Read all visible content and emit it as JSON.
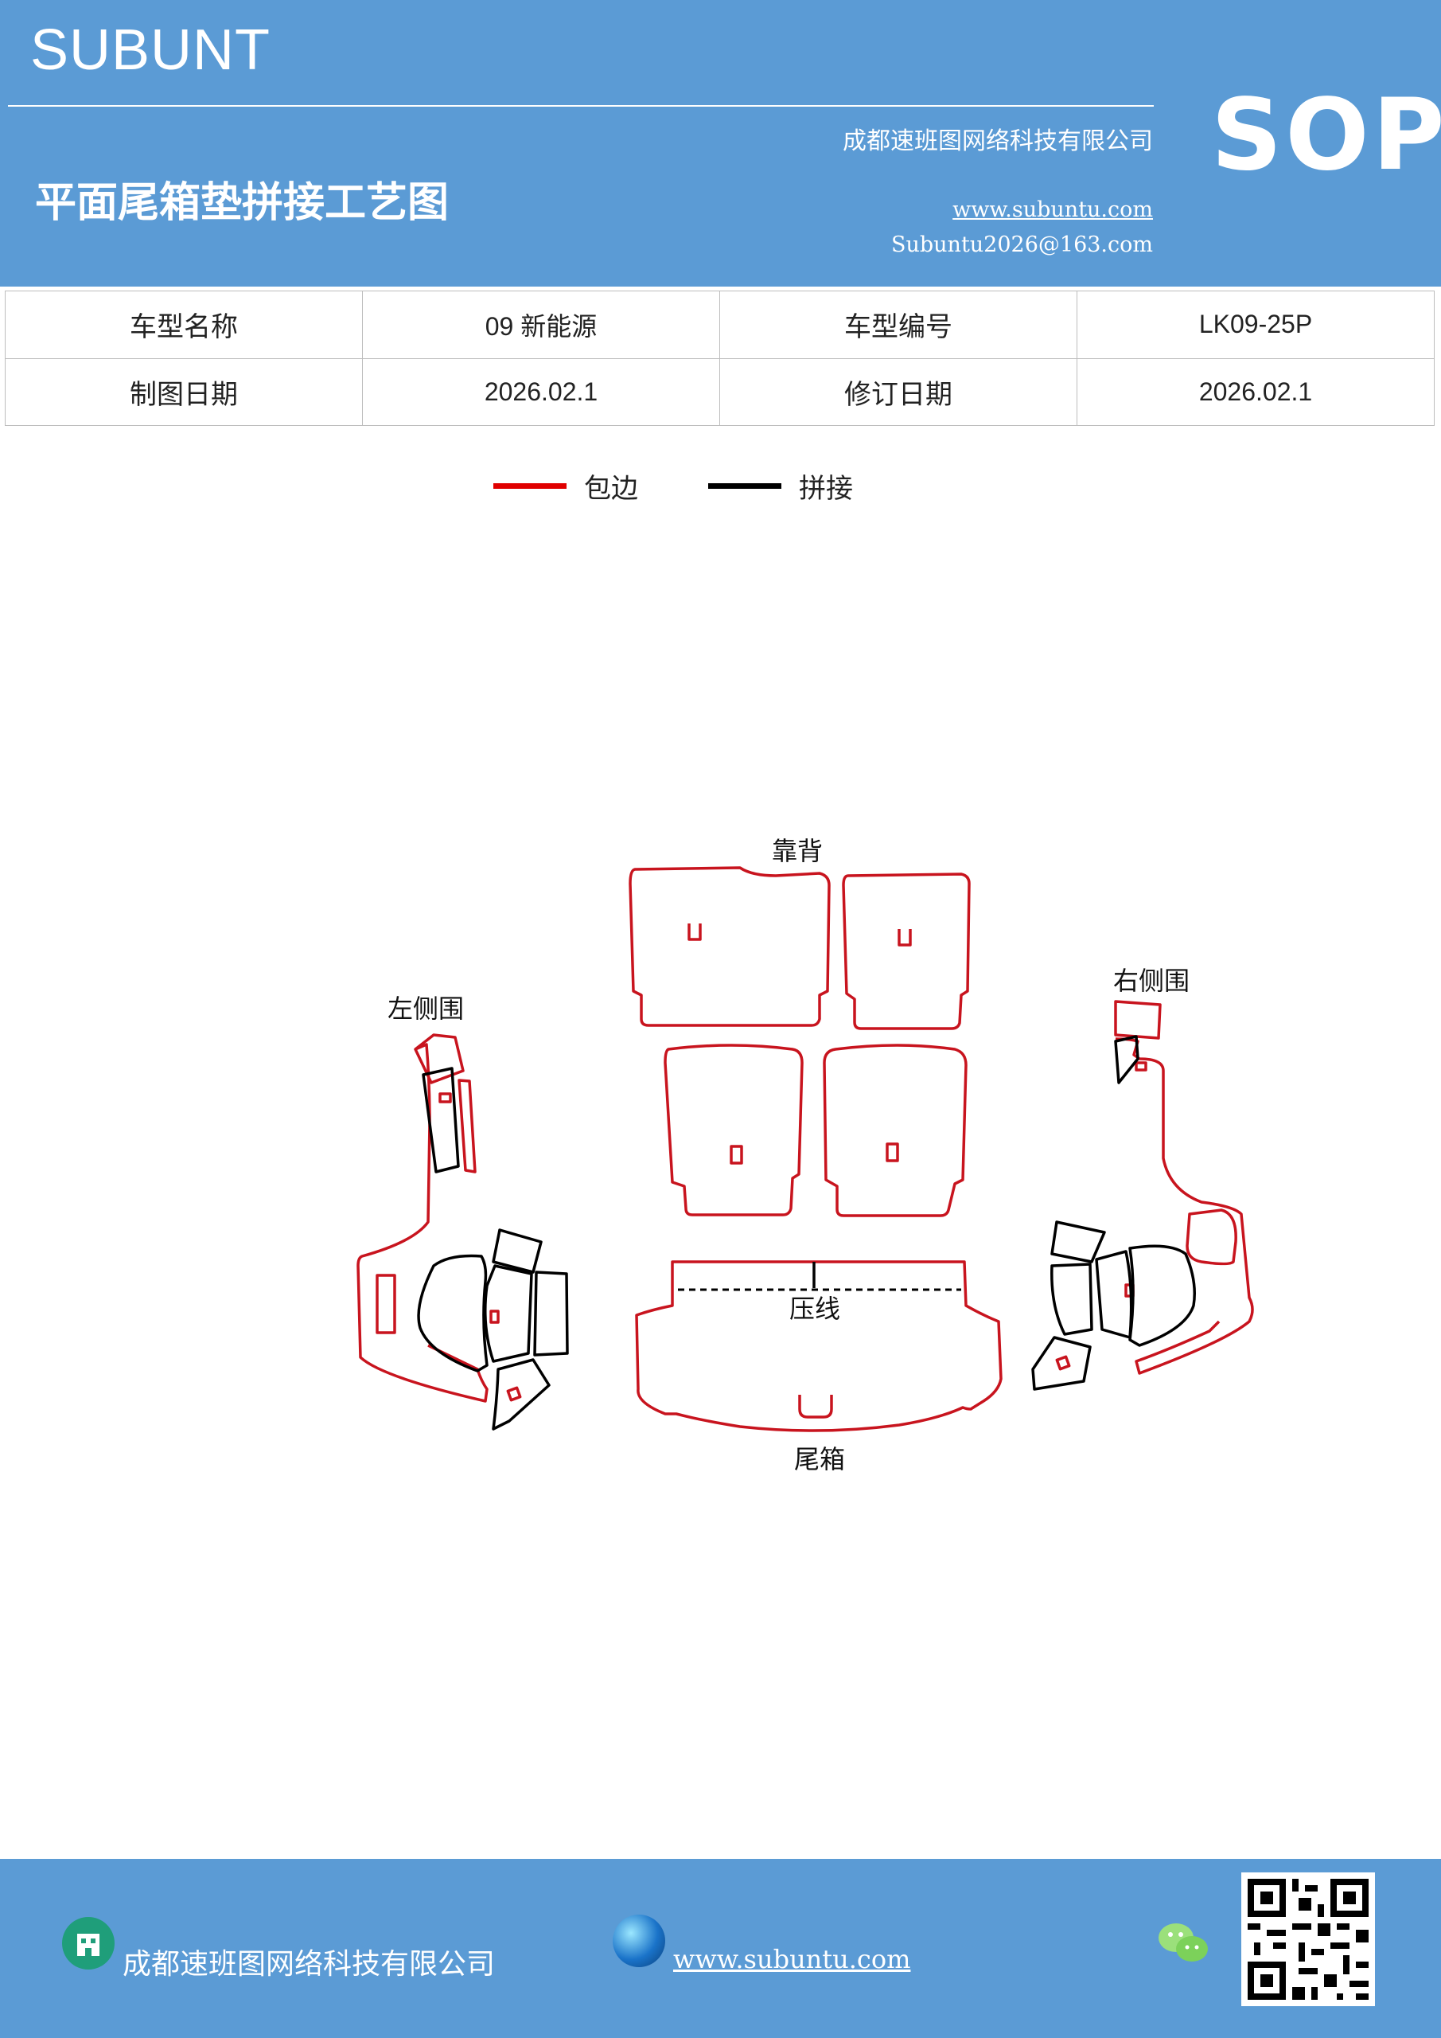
{
  "header": {
    "brand": "SUBUNT",
    "company": "成都速班图网络科技有限公司",
    "title": "平面尾箱垫拼接工艺图",
    "website": "www.subuntu.com",
    "email": "Subuntu2026@163.com",
    "sop": "SOP"
  },
  "info_table": {
    "rows": [
      {
        "label1": "车型名称",
        "value1": "09 新能源",
        "label2": "车型编号",
        "value2": "LK09-25P"
      },
      {
        "label1": "制图日期",
        "value1": "2026.02.1",
        "label2": "修订日期",
        "value2": "2026.02.1"
      }
    ]
  },
  "legend": {
    "items": [
      {
        "label": "包边",
        "color": "#e00000"
      },
      {
        "label": "拼接",
        "color": "#000000"
      }
    ]
  },
  "diagram": {
    "labels": {
      "backrest": "靠背",
      "left_side": "左侧围",
      "right_side": "右侧围",
      "press_line": "压线",
      "trunk": "尾箱"
    },
    "colors": {
      "edge": "#c8141e",
      "splice": "#000000"
    }
  },
  "footer": {
    "company": "成都速班图网络科技有限公司",
    "website": "www.subuntu.com"
  },
  "icons": [
    "building-icon",
    "globe-icon",
    "wechat-icon",
    "qr-code"
  ]
}
